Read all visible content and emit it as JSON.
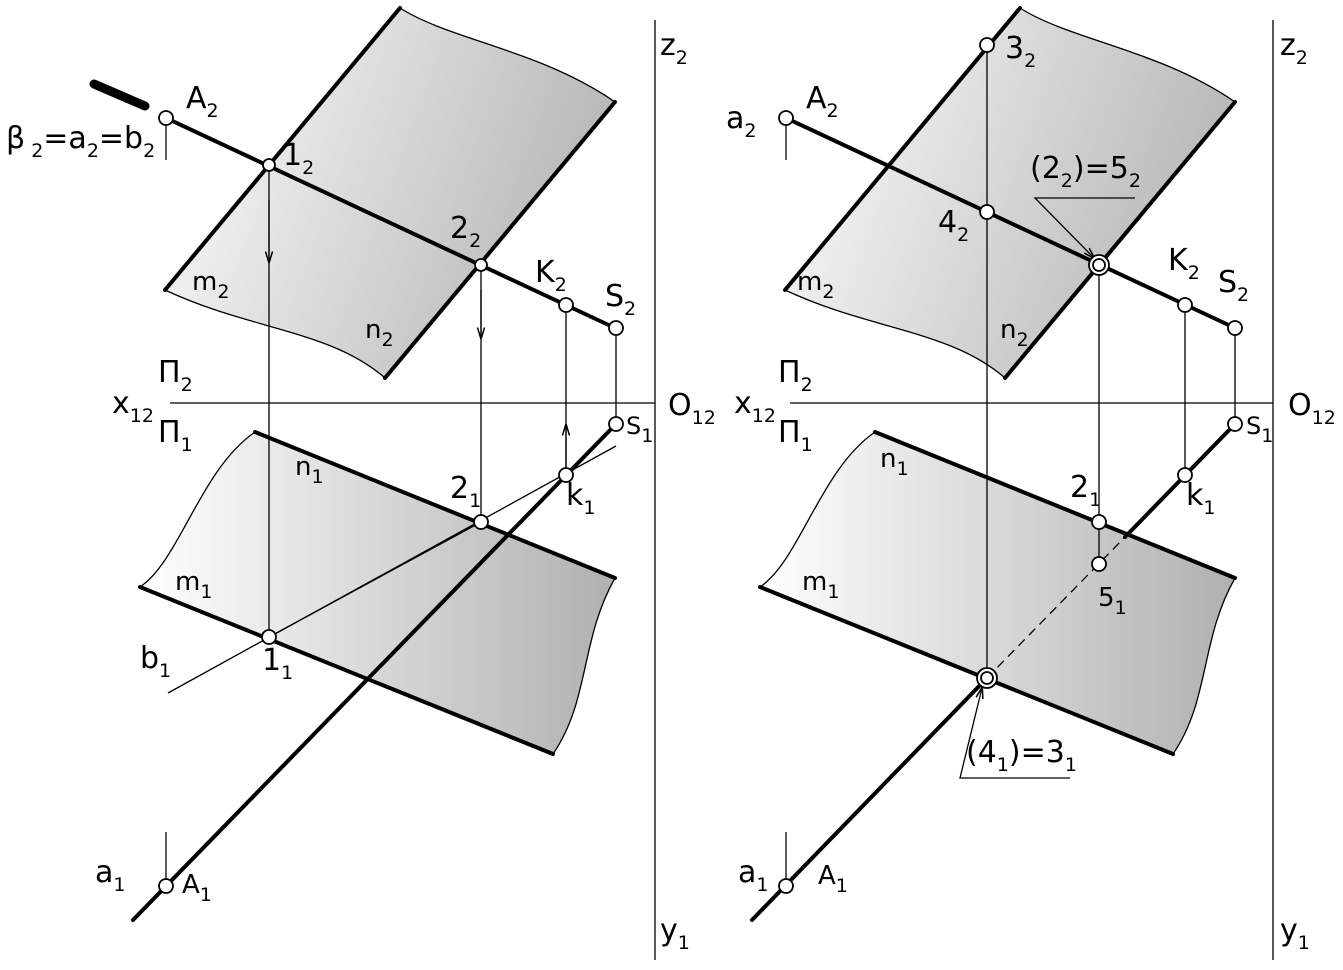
{
  "diagram": {
    "left_view": {
      "labels": {
        "beta": "β",
        "beta_eq": "=a",
        "beta_eq_sub": "2",
        "beta_eq_b": "=b",
        "beta_sub": "2",
        "A2": "A",
        "A2_sub": "2",
        "one2": "1",
        "one2_sub": "2",
        "two2": "2",
        "two2_sub": "2",
        "K2": "K",
        "K2_sub": "2",
        "S2": "S",
        "S2_sub": "2",
        "m2": "m",
        "m2_sub": "2",
        "n2": "n",
        "n2_sub": "2",
        "z2": "z",
        "z2_sub": "2",
        "Pi2": "Π",
        "Pi2_sub": "2",
        "x12": "x",
        "x12_sub": "12",
        "Pi1": "Π",
        "Pi1_sub": "1",
        "O12": "O",
        "O12_sub": "12",
        "S1": "S",
        "S1_sub": "1",
        "n1": "n",
        "n1_sub": "1",
        "two1": "2",
        "two1_sub": "1",
        "k1": "k",
        "k1_sub": "1",
        "m1": "m",
        "m1_sub": "1",
        "b1": "b",
        "b1_sub": "1",
        "one1": "1",
        "one1_sub": "1",
        "a1": "a",
        "a1_sub": "1",
        "A1": "A",
        "A1_sub": "1",
        "y1": "y",
        "y1_sub": "1"
      }
    },
    "right_view": {
      "labels": {
        "three2": "3",
        "three2_sub": "2",
        "z2": "z",
        "z2_sub": "2",
        "a2": "a",
        "a2_sub": "2",
        "A2": "A",
        "A2_sub": "2",
        "paren2": "(2",
        "paren2_sub": "2",
        "paren2_eq": ")=5",
        "paren2_eq_sub": "2",
        "four2": "4",
        "four2_sub": "2",
        "K2": "K",
        "K2_sub": "2",
        "S2": "S",
        "S2_sub": "2",
        "m2": "m",
        "m2_sub": "2",
        "n2": "n",
        "n2_sub": "2",
        "Pi2": "Π",
        "Pi2_sub": "2",
        "x12": "x",
        "x12_sub": "12",
        "Pi1": "Π",
        "Pi1_sub": "1",
        "O12": "O",
        "O12_sub": "12",
        "S1": "S",
        "S1_sub": "1",
        "n1": "n",
        "n1_sub": "1",
        "two1": "2",
        "two1_sub": "1",
        "k1": "k",
        "k1_sub": "1",
        "m1": "m",
        "m1_sub": "1",
        "five1": "5",
        "five1_sub": "1",
        "paren4": "(4",
        "paren4_sub": "1",
        "paren4_eq": ")=3",
        "paren4_eq_sub": "1",
        "a1": "a",
        "a1_sub": "1",
        "A1": "A",
        "A1_sub": "1",
        "y1": "y",
        "y1_sub": "1"
      }
    },
    "colors": {
      "ink": "#000000",
      "plane_light": "#ffffff",
      "plane_dark": "#b8b8b8",
      "background": "#ffffff"
    }
  }
}
